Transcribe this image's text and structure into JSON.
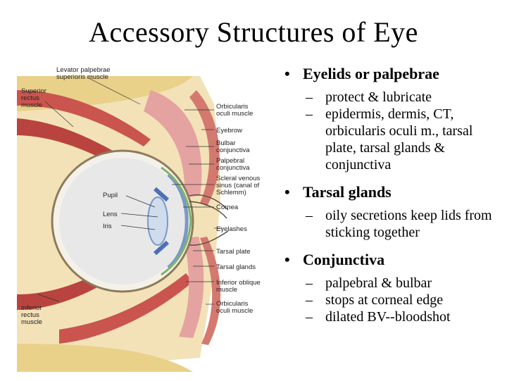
{
  "slide": {
    "title": "Accessory Structures of Eye"
  },
  "figure": {
    "labels_left": [
      "Levator palpebrae",
      "superioris muscle",
      "Superior",
      "rectus",
      "muscle",
      "Pupil",
      "Lens",
      "Iris",
      "Inferior",
      "rectus",
      "muscle"
    ],
    "labels_right": [
      "Orbicularis",
      "oculi muscle",
      "Eyebrow",
      "Bulbar",
      "conjunctiva",
      "Palpebral",
      "conjunctiva",
      "Scleral venous",
      "sinus (canal of",
      "Schlemm)",
      "Cornea",
      "Eyelashes",
      "Tarsal plate",
      "Tarsal glands",
      "Inferior oblique",
      "muscle",
      "Orbicularis",
      "oculi muscle"
    ]
  },
  "bullets": [
    {
      "heading": "Eyelids or palpebrae",
      "items": [
        "protect & lubricate",
        "epidermis, dermis, CT, orbicularis oculi m., tarsal plate, tarsal glands & conjunctiva"
      ]
    },
    {
      "heading": "Tarsal glands",
      "items": [
        "oily secretions keep lids from sticking together"
      ]
    },
    {
      "heading": "Conjunctiva",
      "items": [
        "palpebral & bulbar",
        "stops at corneal edge",
        "dilated BV--bloodshot"
      ]
    }
  ]
}
